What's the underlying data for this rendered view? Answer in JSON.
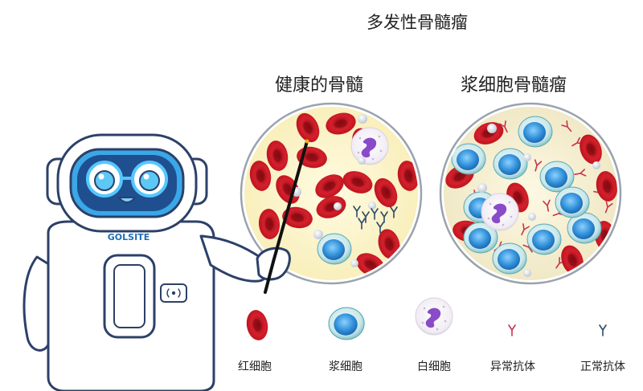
{
  "title": "多发性骨髓瘤",
  "panels": {
    "healthy": "健康的骨髓",
    "myeloma": "浆细胞骨髓瘤"
  },
  "logo_text": "GOLSITE",
  "legend": {
    "red_cell": "红细胞",
    "plasma_cell": "浆细胞",
    "white_cell": "白细胞",
    "abnormal_antibody": "异常抗体",
    "normal_antibody": "正常抗体"
  },
  "colors": {
    "red_cell": "#d81c2a",
    "plasma_cell": "#2f8fd8",
    "white_cell": "#8a4bc8",
    "abnormal_antibody": "#c8334f",
    "normal_antibody": "#2c4a66",
    "marrow_bg": "#fbf4c4",
    "robot_outline": "#2c4068",
    "robot_visor": "#3aa7e8"
  }
}
